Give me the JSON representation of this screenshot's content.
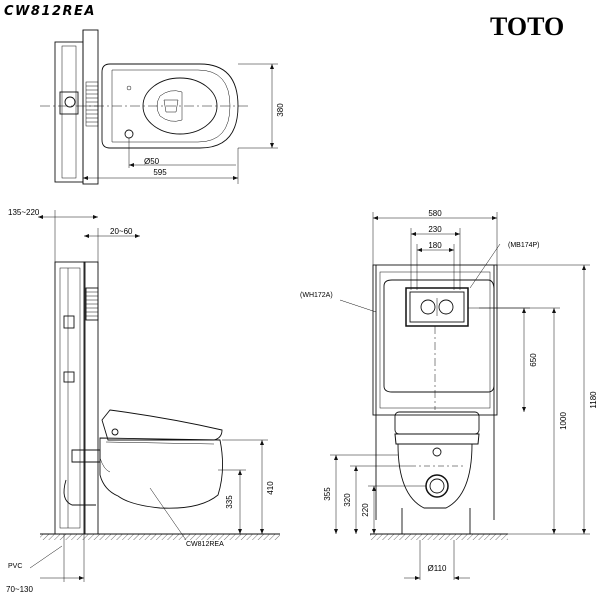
{
  "header": {
    "model_code": "CW812REA",
    "brand_logo": "TOTO"
  },
  "top_view": {
    "dims": {
      "depth": "380",
      "hole_diameter": "Ø50",
      "projection": "595"
    }
  },
  "side_view": {
    "dims": {
      "frame_depth": "135~220",
      "offset": "20~60",
      "seat_height": "410",
      "outlet_height": "335",
      "bottom_range": "70~130"
    },
    "labels": {
      "pipe": "PVC",
      "bowl_model": "CW812REA"
    }
  },
  "front_view": {
    "dims": {
      "frame_width": "580",
      "plate_width": "230",
      "flush_width": "180",
      "button_height": "650",
      "bowl_top": "1000",
      "total_height": "1180",
      "bolt_height": "355",
      "inlet_height": "320",
      "drain_height": "220",
      "drain_diameter": "Ø110"
    },
    "labels": {
      "flush_plate": "(MB174P)",
      "tank": "(WH172A)"
    }
  }
}
